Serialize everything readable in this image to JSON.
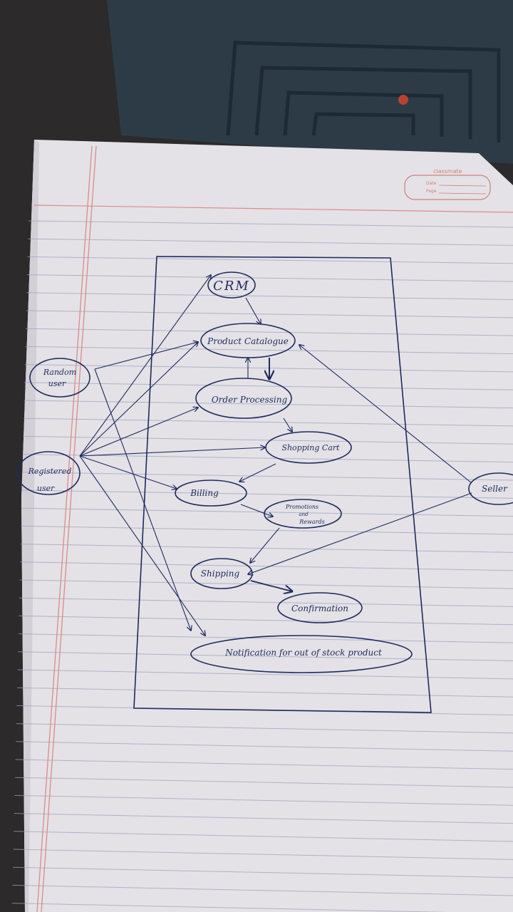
{
  "notebook": {
    "brand": "classmate",
    "date_label": "Date",
    "page_label": "Page"
  },
  "actors": {
    "random_user": [
      "Random",
      "user"
    ],
    "registered_user": [
      "Registered",
      "user"
    ],
    "seller": "Seller"
  },
  "use_cases": {
    "crm": "CRM",
    "product_catalogue": "Product Catalogue",
    "order_processing": "Order Processing",
    "shopping_cart": "Shopping Cart",
    "billing": "Billing",
    "promotions_rewards": [
      "Promotions",
      "and",
      "Rewards"
    ],
    "shipping": "Shipping",
    "confirmation": "Confirmation",
    "notification": "Notification for out of stock product"
  },
  "colors": {
    "ink": "#1f2a5c",
    "paper": "#e4e2e6",
    "rule_line": "#9aa3bf",
    "margin_line": "#d98c8c",
    "background": "#2c2a2a"
  }
}
